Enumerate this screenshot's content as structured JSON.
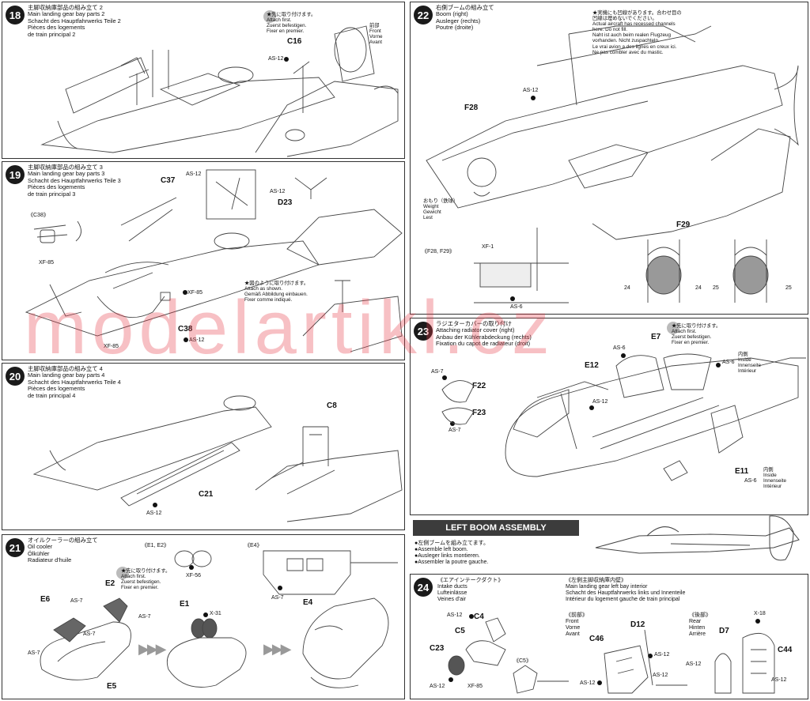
{
  "watermark": "modelartikl.cz",
  "steps": {
    "s18": {
      "num": "18",
      "title": [
        "主脚収納庫部品の組み立て 2",
        "Main landing gear bay parts 2",
        "Schacht des Hauptfahrwerks Teile 2",
        "Pièces des logements",
        "de train principal 2"
      ],
      "note": [
        "★先に取り付けます。",
        "Attach first.",
        "Zuerst befestigen.",
        "Fixer en premier."
      ],
      "front": [
        "前部",
        "Front",
        "Vorne",
        "Avant"
      ],
      "c16": "C16",
      "as12": "AS-12"
    },
    "s19": {
      "num": "19",
      "title": [
        "主脚収納庫部品の組み立て 3",
        "Main landing gear bay parts 3",
        "Schacht des Hauptfahrwerks Teile 3",
        "Pièces des logements",
        "de train principal 3"
      ],
      "c38b": "《C38》",
      "xf85": "XF-85",
      "c37": "C37",
      "as12": "AS-12",
      "d23": "D23",
      "c38": "C38",
      "xf85b": "XF-85",
      "xf85c": "XF-85",
      "as12b": "AS-12",
      "as12c": "AS-12",
      "note": [
        "★図のように取り付けます。",
        "Attach as shown.",
        "Gemäß Abbildung einbauen.",
        "Fixer comme indiqué."
      ]
    },
    "s20": {
      "num": "20",
      "title": [
        "主脚収納庫部品の組み立て 4",
        "Main landing gear bay parts 4",
        "Schacht des Hauptfahrwerks Teile 4",
        "Pièces des logements",
        "de train principal 4"
      ],
      "c8": "C8",
      "c21": "C21",
      "as12": "AS-12"
    },
    "s21": {
      "num": "21",
      "title": [
        "オイルクーラーの組み立て",
        "Oil cooler",
        "Ölkühler",
        "Radiateur d'huile"
      ],
      "e1e2": "《E1, E2》",
      "e4b": "《E4》",
      "xf56": "XF-56",
      "e2": "E2",
      "e6": "E6",
      "e1": "E1",
      "x31": "X-31",
      "e4": "E4",
      "e5": "E5",
      "as7a": "AS-7",
      "as7b": "AS-7",
      "as7c": "AS-7",
      "as7d": "AS-7",
      "as7e": "AS-7",
      "note": [
        "★先に取り付けます。",
        "Attach first.",
        "Zuerst befestigen.",
        "Fixer en premier."
      ]
    },
    "s22": {
      "num": "22",
      "title": [
        "右側ブームの組み立て",
        "Boom (right)",
        "Ausleger (rechts)",
        "Poutre (droite)"
      ],
      "note": [
        "★実機にも凹線があります。合わせ目の",
        "凹線は埋めないでください。",
        "Actual aircraft has recessed channels",
        "here. Do not fill.",
        "Naht ist auch beim realen Flugzeug",
        "vorhanden. Nicht zuspachteln.",
        "Le vrai avion a des lignes en creux ici.",
        "Ne pas combler avec du mastic."
      ],
      "as12": "AS-12",
      "f28": "F28",
      "f29": "F29",
      "weight": [
        "おもり（鉄球）",
        "Weight",
        "Gewicht",
        "Lest"
      ],
      "f28f29": "《F28, F29》",
      "xf1": "XF-1",
      "as6": "AS-6",
      "n24a": "24",
      "n24b": "24",
      "n25a": "25",
      "n25b": "25"
    },
    "s23": {
      "num": "23",
      "title": [
        "ラジエターカバーの取り付け",
        "Attaching radiator cover (right)",
        "Anbau der Kühlerabdeckung (rechts)",
        "Fixation du capot de radiateur (droit)"
      ],
      "note": [
        "★先に取り付けます。",
        "Attach first.",
        "Zuerst befestigen.",
        "Fixer en premier."
      ],
      "as7a": "AS-7",
      "f22": "F22",
      "f23": "F23",
      "as7b": "AS-7",
      "as6a": "AS-6",
      "e7": "E7",
      "e12": "E12",
      "as12": "AS-12",
      "as6b": "AS-6",
      "e11": "E11",
      "as6c": "AS-6",
      "inside": [
        "内側",
        "Inside",
        "Innenseite",
        "Intérieur"
      ],
      "inside2": [
        "内側",
        "Inside",
        "Innenseite",
        "Intérieur"
      ]
    },
    "left_boom": {
      "banner": "LEFT BOOM ASSEMBLY",
      "lines": [
        "●左側ブームを組み立てます。",
        "●Assemble left boom.",
        "●Ausleger links montieren.",
        "●Assembler la poutre gauche."
      ]
    },
    "s24": {
      "num": "24",
      "intake": [
        "《エアインテークダクト》",
        "Intake ducts",
        "Lufteinlässe",
        "Veines d'air"
      ],
      "bay": [
        "《左側主脚収納庫内壁》",
        "Main landing gear left bay interior",
        "Schacht des Hauptfahrwerks links und Innenteile",
        "Intérieur du logement gauche de train principal"
      ],
      "front": [
        "《前部》",
        "Front",
        "Vorne",
        "Avant"
      ],
      "rear": [
        "《後部》",
        "Rear",
        "Hinten",
        "Arrière"
      ],
      "as12": "AS-12",
      "c4": "C4",
      "c5": "C5",
      "c23": "C23",
      "c5b": "《C5》",
      "as12b": "AS-12",
      "xf85": "XF-85",
      "c46": "C46",
      "d12": "D12",
      "as12c": "AS-12",
      "as12d": "AS-12",
      "d7": "D7",
      "x18": "X-18",
      "c44": "C44",
      "as12e": "AS-12",
      "as12f": "AS-12",
      "as12g": "AS-12"
    }
  }
}
